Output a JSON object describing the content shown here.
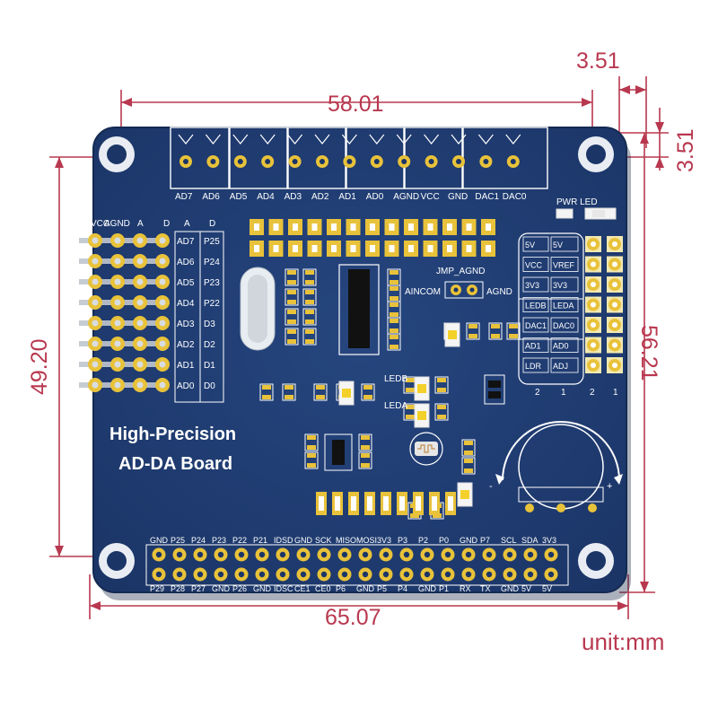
{
  "board": {
    "title_line1": "High-Precision",
    "title_line2": "AD-DA Board",
    "top_header_labels": [
      "AD7",
      "AD6",
      "AD5",
      "AD4",
      "AD3",
      "AD2",
      "AD1",
      "AD0",
      "AGND",
      "VCC",
      "GND",
      "DAC1",
      "DAC0"
    ],
    "pwr_led_label": "PWR LED",
    "jmp_label": "JMP_AGND",
    "aincom_label": "AINCOM",
    "agnd_label": "AGND",
    "leda_label": "LEDA",
    "ledb_label": "LEDB",
    "left_header_top_labels": [
      "VCC",
      "AGND",
      "A",
      "D",
      "A",
      "D"
    ],
    "left_rows": [
      {
        "a": "AD7",
        "d": "P25"
      },
      {
        "a": "AD6",
        "d": "P24"
      },
      {
        "a": "AD5",
        "d": "P23"
      },
      {
        "a": "AD4",
        "d": "P22"
      },
      {
        "a": "AD3",
        "d": "D3"
      },
      {
        "a": "AD2",
        "d": "D2"
      },
      {
        "a": "AD1",
        "d": "D1"
      },
      {
        "a": "AD0",
        "d": "D0"
      }
    ],
    "right_jumper_rows": [
      {
        "c2": "5V",
        "c1": "5V"
      },
      {
        "c2": "VCC",
        "c1": "VREF"
      },
      {
        "c2": "3V3",
        "c1": "3V3"
      },
      {
        "c2": "LEDB",
        "c1": "LEDA"
      },
      {
        "c2": "DAC1",
        "c1": "DAC0"
      },
      {
        "c2": "AD1",
        "c1": "AD0"
      },
      {
        "c2": "LDR",
        "c1": "ADJ"
      }
    ],
    "right_jumper_bottom_labels": [
      "2",
      "1",
      "2",
      "1"
    ],
    "pot_minus": "-",
    "pot_plus": "+",
    "gpio_top_labels": [
      "GND",
      "P25",
      "P24",
      "P23",
      "P22",
      "P21",
      "IDSD",
      "GND",
      "SCK",
      "MISO",
      "MOSI",
      "3V3",
      "P3",
      "P2",
      "P0",
      "GND",
      "P7",
      "SCL",
      "SDA",
      "3V3"
    ],
    "gpio_bottom_labels": [
      "P29",
      "P28",
      "P27",
      "GND",
      "P26",
      "GND",
      "IDSC",
      "CE1",
      "CE0",
      "P6",
      "GND",
      "P5",
      "P4",
      "GND",
      "P1",
      "RX",
      "TX",
      "GND",
      "5V",
      "5V"
    ]
  },
  "dimensions": {
    "width_top": "58.01",
    "width_bottom": "65.07",
    "height_left": "49.20",
    "height_right": "56.21",
    "hole_offset_x": "3.51",
    "hole_offset_y": "3.51",
    "unit": "unit:mm"
  },
  "colors": {
    "pcb": "#1f3a6e",
    "pcb_edge": "#173058",
    "silk": "#ffffff",
    "pad_gold": "#e8c23a",
    "dim_line": "#b8384f"
  }
}
